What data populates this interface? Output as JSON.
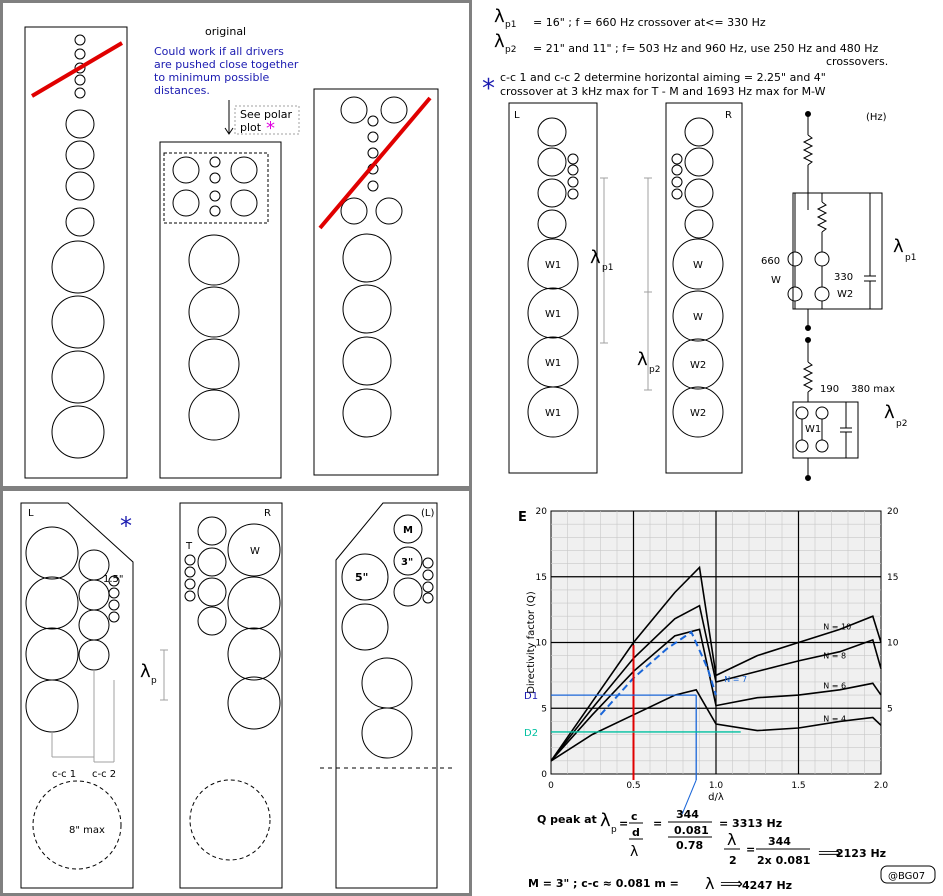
{
  "colors": {
    "frame": "#808080",
    "red": "#e00000",
    "blue_text": "#1a1ab0",
    "magenta": "#e000e0",
    "graph_blue": "#1a66d8",
    "graph_green": "#00c0a0"
  },
  "top_left": {
    "original_label": "original",
    "note_line1": "Could work if all drivers",
    "note_line2": "are pushed close together",
    "note_line3": "to minimum possible",
    "note_line4": "distances.",
    "see_polar1": "See polar",
    "see_polar2": "plot",
    "asterisk": "*"
  },
  "top_right": {
    "lambda_p1_line": "= 16\" ; f =  660 Hz  crossover at<= 330 Hz",
    "lambda_p2_line1": "= 21\" and 11\" ;  f= 503 Hz and 960 Hz, use 250 Hz and 480 Hz",
    "lambda_p2_line2": "crossovers.",
    "cc_line1": "c-c 1 and c-c 2 determine  horizontal aiming = 2.25\" and 4\"",
    "cc_line2": "crossover at 3 kHz max for T - M and 1693 Hz max for M-W",
    "asterisk": "*",
    "lambda_sym": "λ",
    "p1": "p1",
    "p2": "p2",
    "L": "L",
    "R": "R",
    "W1": "W1",
    "W": "W",
    "W2": "W2",
    "hz_label": "(Hz)",
    "v660": "660",
    "v330": "330",
    "v190": "190",
    "v380max": "380 max"
  },
  "bottom_left": {
    "L": "L",
    "R": "R",
    "L_paren": "(L)",
    "size_1_5": "1.5\"",
    "cc1": "c-c 1",
    "cc2": "c-c 2",
    "eight_max": "8\" max",
    "T": "T",
    "W": "W",
    "M": "M",
    "three_in": "3\"",
    "five_in": "5\"",
    "lambda_sym": "λ",
    "p": "p",
    "asterisk": "*"
  },
  "graph": {
    "panel_letter": "E",
    "ylabel": "Directivity factor (Q)",
    "xlabel": "d/λ",
    "y_ticks": [
      "0",
      "5",
      "10",
      "15",
      "20"
    ],
    "y_ticks_right": [
      "5",
      "10",
      "15",
      "20"
    ],
    "x_ticks": [
      "0",
      "0.5",
      "1.0",
      "1.5",
      "2.0"
    ],
    "curve_labels": [
      "N = 10",
      "N = 8",
      "N = 6",
      "N = 4",
      "N = 7"
    ],
    "D1": "D1",
    "D2": "D2"
  },
  "formula": {
    "q_peak_at": "Q peak at",
    "lambda_sym": "λ",
    "p": "p",
    "eq": "=",
    "c": "c",
    "d": "d",
    "num344": "344",
    "den081": "0.081",
    "den078": "0.78",
    "result3313": "= 3313 Hz",
    "half_num344": "344",
    "two_den": "2x 0.081",
    "two": "2",
    "arrow": "⟹",
    "result2123": "2123 Hz",
    "m_line": "M = 3\" ;  c-c ≈ 0.081 m  =",
    "result4247": "4247 Hz",
    "credit": "@BG07"
  },
  "chart_data": {
    "type": "line",
    "title": "",
    "xlabel": "d/λ",
    "ylabel": "Directivity factor (Q)",
    "xlim": [
      0,
      2.0
    ],
    "ylim": [
      0,
      20
    ],
    "grid": true,
    "series": [
      {
        "name": "N = 10",
        "x": [
          0,
          0.25,
          0.5,
          0.75,
          0.9,
          1.0,
          1.25,
          1.5,
          1.75,
          1.95,
          2.0
        ],
        "y": [
          1,
          5.5,
          10,
          13.8,
          15.7,
          7.5,
          9,
          10,
          11,
          12,
          10
        ]
      },
      {
        "name": "N = 8",
        "x": [
          0,
          0.25,
          0.5,
          0.75,
          0.9,
          1.0,
          1.25,
          1.5,
          1.75,
          1.95,
          2.0
        ],
        "y": [
          1,
          5,
          8.8,
          11.8,
          12.8,
          7,
          7.8,
          8.6,
          9.3,
          10.2,
          8
        ]
      },
      {
        "name": "N = 6",
        "x": [
          0,
          0.25,
          0.5,
          0.75,
          0.9,
          1.0,
          1.25,
          1.5,
          1.75,
          1.95,
          2.0
        ],
        "y": [
          1,
          4.5,
          7.8,
          10.5,
          11,
          5.2,
          5.8,
          6,
          6.4,
          6.9,
          6
        ]
      },
      {
        "name": "N = 4",
        "x": [
          0,
          0.25,
          0.5,
          0.75,
          0.88,
          1.0,
          1.25,
          1.5,
          1.75,
          1.95,
          2.0
        ],
        "y": [
          1,
          3,
          4.5,
          6,
          6.4,
          3.8,
          3.3,
          3.5,
          4,
          4.3,
          3.7
        ]
      },
      {
        "name": "N = 7",
        "x": [
          0.3,
          0.5,
          0.7,
          0.85,
          0.95,
          1.0
        ],
        "y": [
          4.5,
          7.3,
          9.5,
          10.8,
          8,
          6
        ]
      }
    ]
  }
}
